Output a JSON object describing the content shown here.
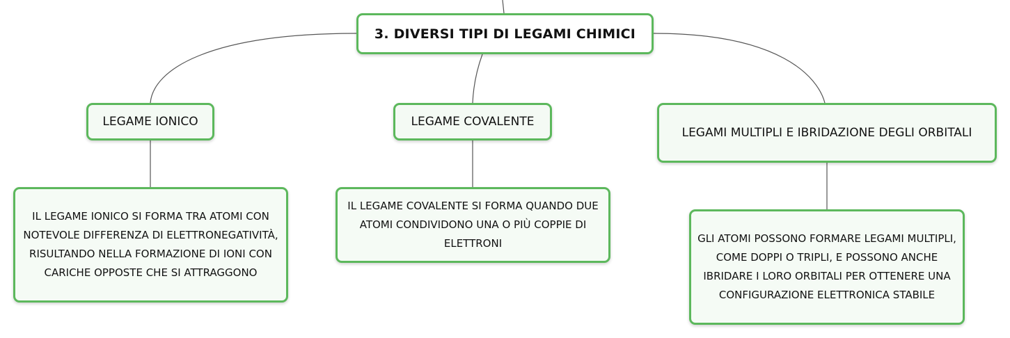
{
  "map": {
    "root": {
      "label": "3. DIVERSI TIPI DI LEGAMI CHIMICI"
    },
    "branches": [
      {
        "label": "LEGAME IONICO",
        "detail": "IL LEGAME IONICO SI FORMA TRA ATOMI CON NOTEVOLE DIFFERENZA DI ELETTRONEGATIVITÀ, RISULTANDO NELLA FORMAZIONE DI IONI CON CARICHE OPPOSTE CHE SI ATTRAGGONO"
      },
      {
        "label": "LEGAME COVALENTE",
        "detail": "IL LEGAME COVALENTE SI FORMA QUANDO DUE ATOMI CONDIVIDONO UNA O PIÙ COPPIE DI ELETTRONI"
      },
      {
        "label": "LEGAMI MULTIPLI E IBRIDAZIONE DEGLI ORBITALI",
        "detail": "GLI ATOMI POSSONO FORMARE LEGAMI MULTIPLI, COME DOPPI O TRIPLI, E POSSONO ANCHE IBRIDARE I LORO ORBITALI PER OTTENERE UNA CONFIGURAZIONE ELETTRONICA STABILE"
      }
    ]
  },
  "colors": {
    "node_border": "#5cb85c",
    "node_fill": "#f2f9f2",
    "connector": "#555555"
  }
}
